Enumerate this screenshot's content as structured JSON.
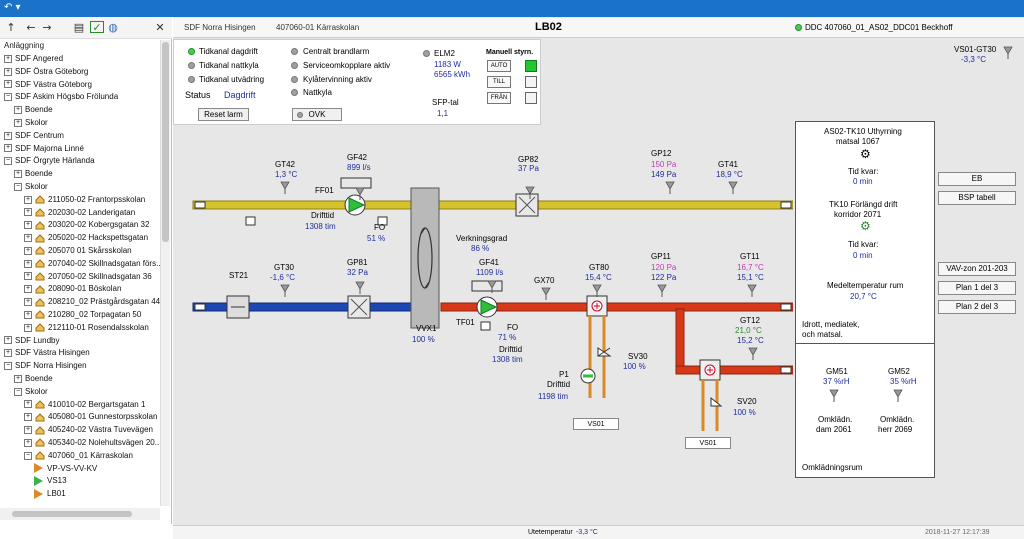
{
  "colors": {
    "accent": "#1a73c9",
    "supply": "#d63818",
    "extract": "#d6c22c",
    "outdoor": "#1d47b3",
    "active": "#22c532"
  },
  "icons": {
    "menu": "undo-icon",
    "back": "arrow-left-icon",
    "forward": "arrow-right-icon",
    "up": "arrow-up-icon"
  },
  "tree": {
    "title": "Anläggning",
    "rows": [
      {
        "label": "SDF Angered",
        "pm": "+",
        "type": "group"
      },
      {
        "label": "SDF Östra Göteborg",
        "pm": "+",
        "type": "group"
      },
      {
        "label": "SDF Västra Göteborg",
        "pm": "+",
        "type": "group"
      },
      {
        "label": "SDF Askim Högsbo Frölunda",
        "pm": "−",
        "type": "group"
      },
      {
        "label": "Boende",
        "pm": "+",
        "type": "group"
      },
      {
        "label": "Skolor",
        "pm": "+",
        "type": "group"
      },
      {
        "label": "SDF Centrum",
        "pm": "+",
        "type": "group"
      },
      {
        "label": "SDF Majorna Linné",
        "pm": "+",
        "type": "group"
      },
      {
        "label": "SDF Örgryte Härlanda",
        "pm": "−",
        "type": "group"
      },
      {
        "label": "Boende",
        "pm": "+",
        "type": "group"
      },
      {
        "label": "Skolor",
        "pm": "−",
        "type": "group"
      },
      {
        "label": "211050-02 Frantorpsskolan",
        "pm": "+",
        "type": "site"
      },
      {
        "label": "202030-02 Landerigatan",
        "pm": "+",
        "type": "site"
      },
      {
        "label": "203020-02 Kobergsgatan 32",
        "pm": "+",
        "type": "site"
      },
      {
        "label": "205020-02 Hackspettsgatan",
        "pm": "+",
        "type": "site"
      },
      {
        "label": "205070 01 Skårsskolan",
        "pm": "+",
        "type": "site"
      },
      {
        "label": "207040-02 Skillnadsgatan förs...",
        "pm": "+",
        "type": "site"
      },
      {
        "label": "207050-02 Skillnadsgatan 36",
        "pm": "+",
        "type": "site"
      },
      {
        "label": "208090-01 Böskolan",
        "pm": "+",
        "type": "site"
      },
      {
        "label": "208210_02 Prästgårdsgatan 44",
        "pm": "+",
        "type": "site"
      },
      {
        "label": "210280_02 Torpagatan 50",
        "pm": "+",
        "type": "site"
      },
      {
        "label": "212110-01 Rosendalsskolan",
        "pm": "+",
        "type": "site"
      },
      {
        "label": "SDF Lundby",
        "pm": "+",
        "type": "group"
      },
      {
        "label": "SDF Västra Hisingen",
        "pm": "+",
        "type": "group"
      },
      {
        "label": "SDF Norra Hisingen",
        "pm": "−",
        "type": "group"
      },
      {
        "label": "Boende",
        "pm": "+",
        "type": "group"
      },
      {
        "label": "Skolor",
        "pm": "−",
        "type": "group"
      },
      {
        "label": "410010-02 Bergartsgatan 1",
        "pm": "+",
        "type": "site"
      },
      {
        "label": "405080-01 Gunnestorpsskolan",
        "pm": "+",
        "type": "site"
      },
      {
        "label": "405240-02 Västra Tuvevägen",
        "pm": "+",
        "type": "site"
      },
      {
        "label": "405340-02 Nolehultsvägen 20...",
        "pm": "+",
        "type": "site"
      },
      {
        "label": "407060_01 Kärraskolan",
        "pm": "−",
        "type": "site"
      },
      {
        "label": "VP-VS-VV-KV",
        "pm": "",
        "type": "sys"
      },
      {
        "label": "VS13",
        "pm": "",
        "type": "sys"
      },
      {
        "label": "LB01",
        "pm": "",
        "type": "sys"
      }
    ]
  },
  "header": {
    "district": "SDF Norra Hisingen",
    "site": "407060-01 Kärraskolan",
    "unit": "LB02",
    "ddc": "DDC 407060_01_AS02_DDC01 Beckhoff"
  },
  "mode": {
    "items": [
      "Tidkanal dagdrift",
      "Tidkanal nattkyla",
      "Tidkanal utvädring"
    ],
    "status_label": "Status",
    "status_value": "Dagdrift",
    "reset": "Reset larm",
    "alarms": [
      "Centralt brandlarm",
      "Serviceomkopplare aktiv",
      "Kylåtervinning aktiv",
      "Nattkyla"
    ],
    "ovk": "OVK"
  },
  "elm": {
    "label": "ELM2",
    "w": "1183 W",
    "kwh": "6565 kWh",
    "sfp_label": "SFP-tal",
    "sfp": "1,1"
  },
  "manual": {
    "title": "Manuell styrn.",
    "auto": "AUTO",
    "till": "TILL",
    "fran": "FRÅN"
  },
  "vs01gt30": {
    "label": "VS01-GT30",
    "value": "-3,3 °C"
  },
  "sensors": {
    "gt42": {
      "label": "GT42",
      "value": "1,3 °C"
    },
    "gf42": {
      "label": "GF42",
      "value": "899 l/s"
    },
    "ff01": {
      "label": "FF01",
      "drift": "Drifttid",
      "tim": "1308 tim",
      "fo": "FO",
      "fo_val": "51 %"
    },
    "gp82": {
      "label": "GP82",
      "value": "37 Pa"
    },
    "gp12": {
      "label": "GP12",
      "sp": "150 Pa",
      "value": "149 Pa"
    },
    "gt41": {
      "label": "GT41",
      "value": "18,9 °C"
    },
    "st21": {
      "label": "ST21"
    },
    "gt30": {
      "label": "GT30",
      "value": "-1,6 °C"
    },
    "gp81": {
      "label": "GP81",
      "value": "32 Pa"
    },
    "vvx1": {
      "label": "VVX1",
      "value": "100 %",
      "verk": "Verkningsgrad",
      "verk_val": "86 %"
    },
    "gf41": {
      "label": "GF41",
      "value": "1109 l/s"
    },
    "gx70": {
      "label": "GX70"
    },
    "gt80": {
      "label": "GT80",
      "value": "15,4 °C"
    },
    "gp11": {
      "label": "GP11",
      "sp": "120 Pa",
      "value": "122 Pa"
    },
    "gt11": {
      "label": "GT11",
      "sp": "16,7 °C",
      "value": "15,1 °C"
    },
    "gt12": {
      "label": "GT12",
      "sp": "21,0 °C",
      "value": "15,2 °C"
    },
    "tf01": {
      "label": "TF01",
      "fo": "FO",
      "fo_val": "71 %",
      "drift": "Drifttid",
      "tim": "1308 tim"
    },
    "sv30": {
      "label": "SV30",
      "value": "100 %"
    },
    "p1": {
      "label": "P1",
      "drift": "Drifttid",
      "tim": "1198 tim",
      "vs": "VS01"
    },
    "sv20": {
      "label": "SV20",
      "value": "100 %",
      "vs": "VS01"
    }
  },
  "room": {
    "as02": "AS02-TK10 Uthyrning",
    "matsal": "matsal 1067",
    "tid1": "Tid kvar:",
    "tid1_val": "0 min",
    "tk10": "TK10 Förlängd drift",
    "korr": "korridor 2071",
    "tid2": "Tid kvar:",
    "tid2_val": "0 min",
    "medel": "Medeltemperatur rum",
    "medel_val": "20,7 °C",
    "idrott": "Idrott, mediatek,",
    "och": "och matsal.",
    "gm51": "GM51",
    "gm51v": "37 %rH",
    "gm52": "GM52",
    "gm52v": "35 %rH",
    "omk1": "Omklädn.",
    "dam": "dam 2061",
    "omk2": "Omklädn.",
    "herr": "herr 2069",
    "omkrum": "Omklädningsrum"
  },
  "side": {
    "eb": "EB",
    "bsp": "BSP tabell",
    "vav": "VAV-zon 201-203",
    "plan1": "Plan 1 del 3",
    "plan2": "Plan 2 del 3"
  },
  "status": {
    "ute_label": "Utetemperatur",
    "ute": "-3,3 °C",
    "time": "2018-11-27 12:17:39"
  }
}
